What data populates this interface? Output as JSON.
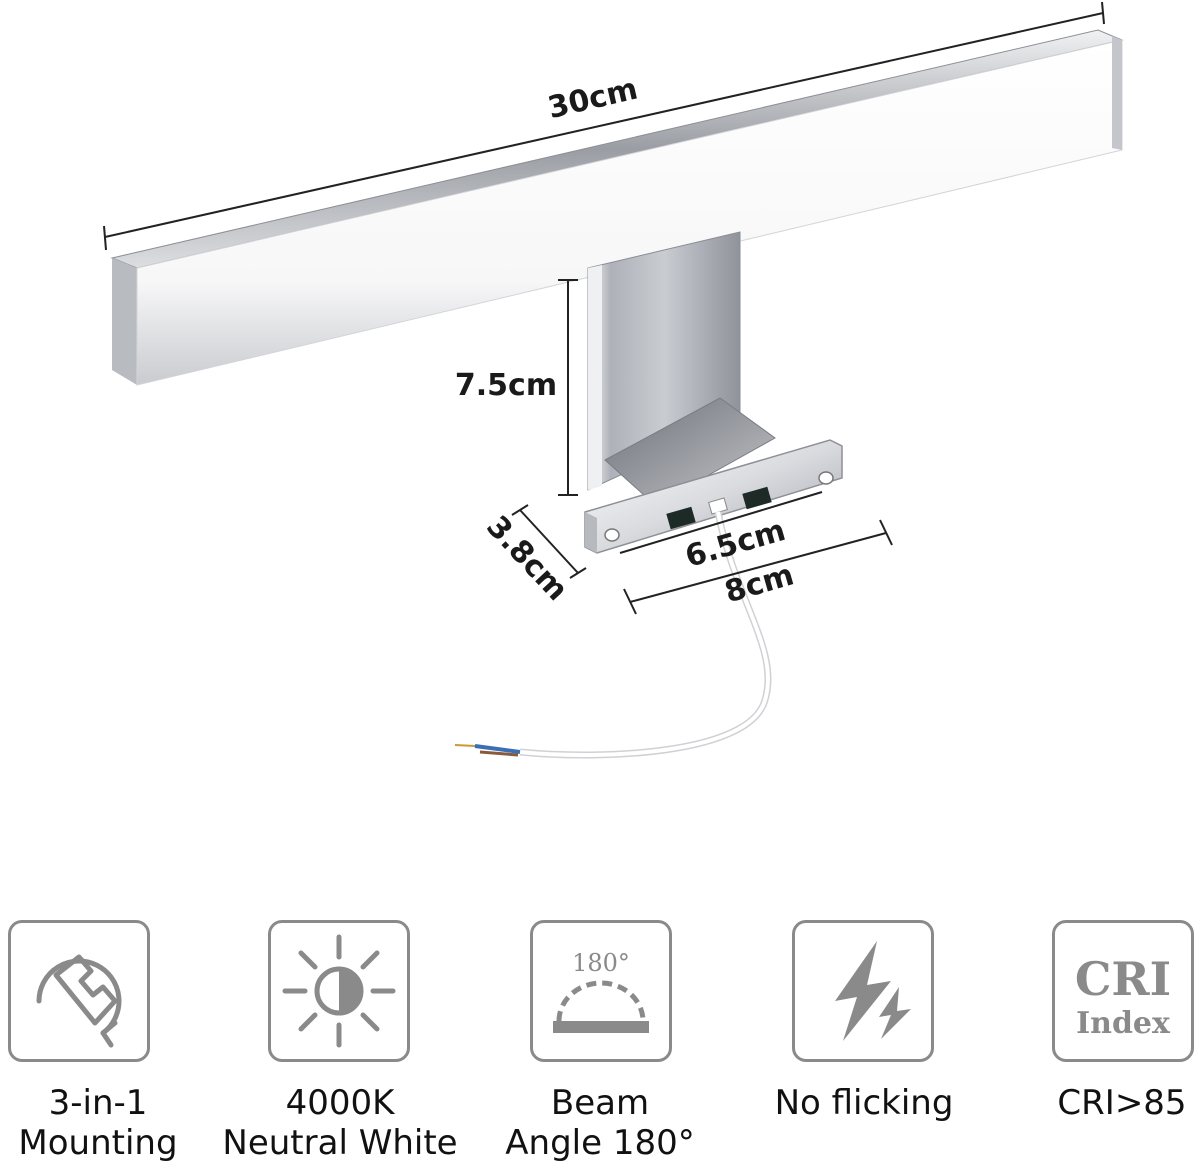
{
  "product_diagram": {
    "dimensions": {
      "length": "30cm",
      "height": "7.5cm",
      "depth": "3.8cm",
      "hole_spacing": "6.5cm",
      "bracket_width": "8cm"
    }
  },
  "features": [
    {
      "icon": "wrench-rotate-icon",
      "line1": "3-in-1",
      "line2": "Mounting"
    },
    {
      "icon": "half-sun-icon",
      "line1": "4000K",
      "line2": "Neutral White"
    },
    {
      "icon": "beam-angle-icon",
      "icon_text": "180°",
      "line1": "Beam",
      "line2": "Angle 180°"
    },
    {
      "icon": "lightning-icon",
      "line1": "No flicking",
      "line2": ""
    },
    {
      "icon": "cri-index-icon",
      "icon_text_top": "CRI",
      "icon_text_bottom": "Index",
      "line1": "CRI>85",
      "line2": ""
    }
  ],
  "colors": {
    "icon_gray": "#8a8a8a",
    "chrome_dark": "#7d8088",
    "chrome_light": "#e6e8ec"
  }
}
